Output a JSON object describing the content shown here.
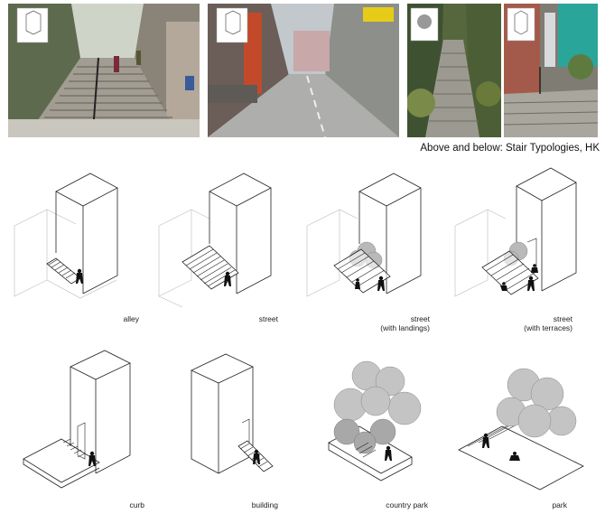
{
  "caption": "Above and below: Stair Typologies, HK",
  "photos": [
    {
      "name": "photo-stair-alley"
    },
    {
      "name": "photo-stair-street"
    },
    {
      "name": "photo-stair-country-park"
    },
    {
      "name": "photo-stair-park"
    }
  ],
  "typologies": [
    {
      "label": "alley"
    },
    {
      "label": "street"
    },
    {
      "label": "street",
      "sublabel": "(with landings)"
    },
    {
      "label": "street",
      "sublabel": "(with terraces)"
    },
    {
      "label": "curb"
    },
    {
      "label": "building"
    },
    {
      "label": "country park"
    },
    {
      "label": "park"
    }
  ]
}
